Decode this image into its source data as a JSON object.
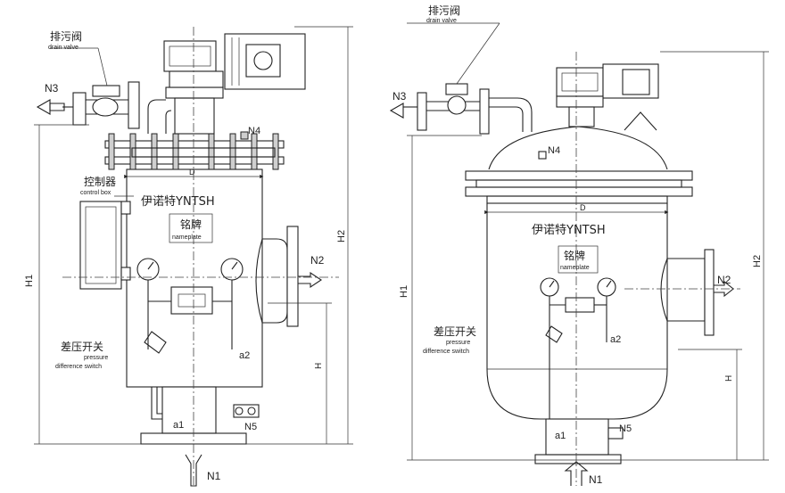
{
  "labels": {
    "drain_valve_cn": "排污阀",
    "drain_valve_en": "drain valve",
    "control_box_cn": "控制器",
    "control_box_en": "control box",
    "brand": "伊诺特YNTSH",
    "nameplate_cn": "铭牌",
    "nameplate_en": "nameplate",
    "dp_switch_cn": "差压开关",
    "dp_switch_en_1": "pressure",
    "dp_switch_en_2": "difference switch",
    "n1": "N1",
    "n2": "N2",
    "n3": "N3",
    "n4": "N4",
    "n5": "N5",
    "a1": "a1",
    "a2": "a2",
    "d": "D",
    "h": "H",
    "h1": "H1",
    "h2": "H2"
  }
}
